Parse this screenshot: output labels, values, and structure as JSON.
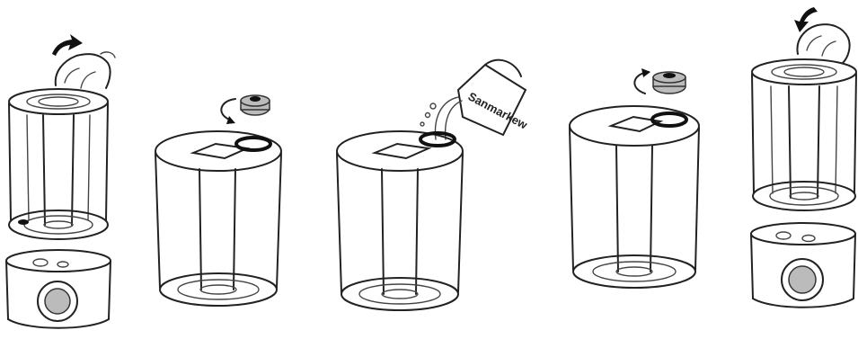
{
  "steps": [
    {
      "id": "step-1",
      "action": "lift-tank"
    },
    {
      "id": "step-2",
      "action": "unscrew-cap"
    },
    {
      "id": "step-3",
      "action": "pour-water"
    },
    {
      "id": "step-4",
      "action": "screw-cap"
    },
    {
      "id": "step-5",
      "action": "place-tank"
    }
  ],
  "icons": {
    "arrow": "curved-arrow-icon",
    "hand": "hand-icon",
    "cap": "tank-cap-icon",
    "jug": "water-jug-icon",
    "knob": "control-knob-icon"
  },
  "jug_label": "Sanmarkew",
  "colors": {
    "line": "#222222",
    "background": "#ffffff"
  }
}
